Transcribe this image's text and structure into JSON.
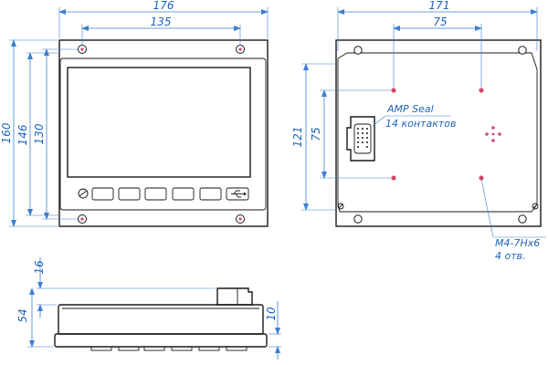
{
  "front_view": {
    "dims": {
      "overall_width": "176",
      "hole_spacing_width": "135",
      "overall_height": "160",
      "inner_height": "146",
      "hole_spacing_height": "130"
    }
  },
  "rear_view": {
    "dims": {
      "overall_width": "171",
      "thread_spacing_width": "75",
      "height": "121",
      "thread_spacing_height": "75"
    },
    "connector_label": "AMP Seal",
    "connector_pins": "14 контактов",
    "thread_spec": "M4-7Hx6",
    "thread_count": "4 отв."
  },
  "side_view": {
    "dims": {
      "connector_height": "16",
      "overall_depth": "54",
      "bezel_depth": "10"
    }
  }
}
